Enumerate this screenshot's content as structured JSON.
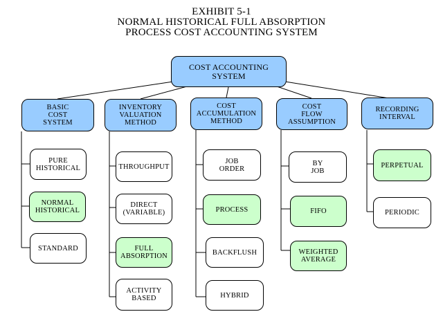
{
  "title": {
    "line1": "EXHIBIT 5-1",
    "line2": "NORMAL HISTORICAL FULL ABSORPTION",
    "line3": "PROCESS COST ACCOUNTING SYSTEM"
  },
  "colors": {
    "category": "#99ccff",
    "option": "#ffffff",
    "selected": "#ccffcc"
  },
  "root": "COST ACCOUNTING\nSYSTEM",
  "columns": [
    {
      "header": "BASIC\nCOST\nSYSTEM",
      "options": [
        {
          "label": "PURE\nHISTORICAL",
          "selected": false
        },
        {
          "label": "NORMAL\nHISTORICAL",
          "selected": true
        },
        {
          "label": "STANDARD",
          "selected": false
        }
      ]
    },
    {
      "header": "INVENTORY\nVALUATION\nMETHOD",
      "options": [
        {
          "label": "THROUGHPUT",
          "selected": false
        },
        {
          "label": "DIRECT\n(VARIABLE)",
          "selected": false
        },
        {
          "label": "FULL\nABSORPTION",
          "selected": true
        },
        {
          "label": "ACTIVITY\nBASED",
          "selected": false
        }
      ]
    },
    {
      "header": "COST\nACCUMULATION\nMETHOD",
      "options": [
        {
          "label": "JOB\nORDER",
          "selected": false
        },
        {
          "label": "PROCESS",
          "selected": true
        },
        {
          "label": "BACKFLUSH",
          "selected": false
        },
        {
          "label": "HYBRID",
          "selected": false
        }
      ]
    },
    {
      "header": "COST\nFLOW\nASSUMPTION",
      "options": [
        {
          "label": "BY\nJOB",
          "selected": false
        },
        {
          "label": "FIFO",
          "selected": true
        },
        {
          "label": "WEIGHTED\nAVERAGE",
          "selected": true
        }
      ]
    },
    {
      "header": "RECORDING\nINTERVAL",
      "options": [
        {
          "label": "PERPETUAL",
          "selected": true
        },
        {
          "label": "PERIODIC",
          "selected": false
        }
      ]
    }
  ]
}
